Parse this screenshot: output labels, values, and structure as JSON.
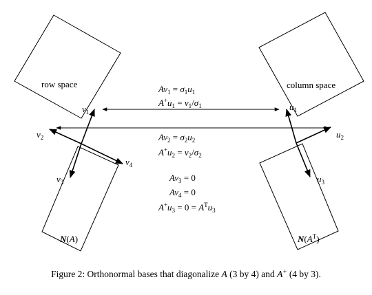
{
  "labels": {
    "row_space": "row space",
    "column_space": "column space",
    "nullspace_left": "N(A)",
    "nullspace_right": "N(AT)"
  },
  "vectors": {
    "v1": "v1",
    "v2": "v2",
    "v3": "v3",
    "v4": "v4",
    "u1": "u1",
    "u2": "u2",
    "u3": "u3"
  },
  "equations": [
    "Av1 = σ1u1",
    "A+u1 = v1/σ1",
    "Av2 = σ2u2",
    "A+u2 = v2/σ2",
    "Av3 = 0",
    "Av4 = 0",
    "A+u3 = 0 = ATu3"
  ],
  "caption": {
    "prefix": "Figure 2: Orthonormal bases that diagonalize",
    "A_dims": "(3 by 4) and",
    "Aplus_dims": "(4 by 3)."
  }
}
